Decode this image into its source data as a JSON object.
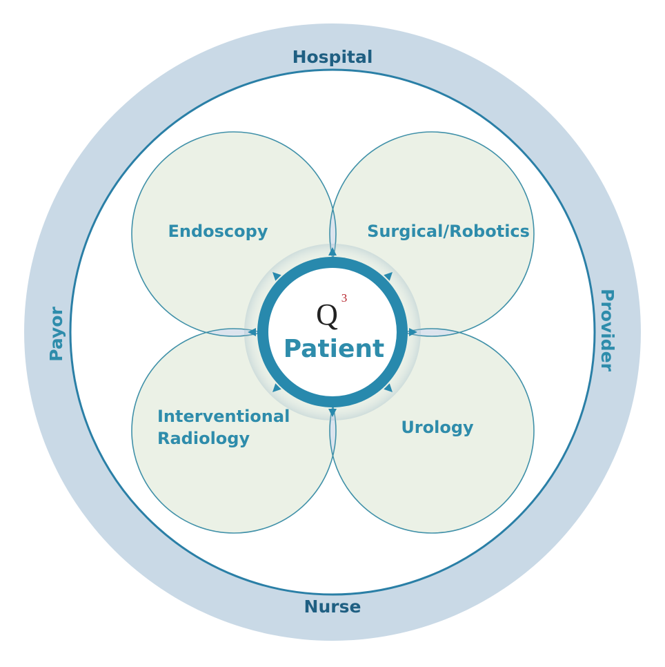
{
  "outer_ring": {
    "top": "Hospital",
    "right": "Provider",
    "bottom": "Nurse",
    "left": "Payor"
  },
  "petals": {
    "top_left": "Endoscopy",
    "top_right": "Surgical/Robotics",
    "bottom_left_line1": "Interventional",
    "bottom_left_line2": "Radiology",
    "bottom_right": "Urology"
  },
  "center": {
    "logo_letter": "Q",
    "logo_superscript": "3",
    "label": "Patient"
  },
  "colors": {
    "ring_fill": "#c9d9e6",
    "ring_stroke": "#2a7fa6",
    "petal_fill": "#ebf1e6",
    "overlap_fill": "#dce4ee",
    "petal_stroke": "#3f90a8",
    "center_ring": "#2889ad",
    "text_teal": "#2e8cab",
    "text_dark": "#1f5f82",
    "logo_red": "#b5222a"
  }
}
